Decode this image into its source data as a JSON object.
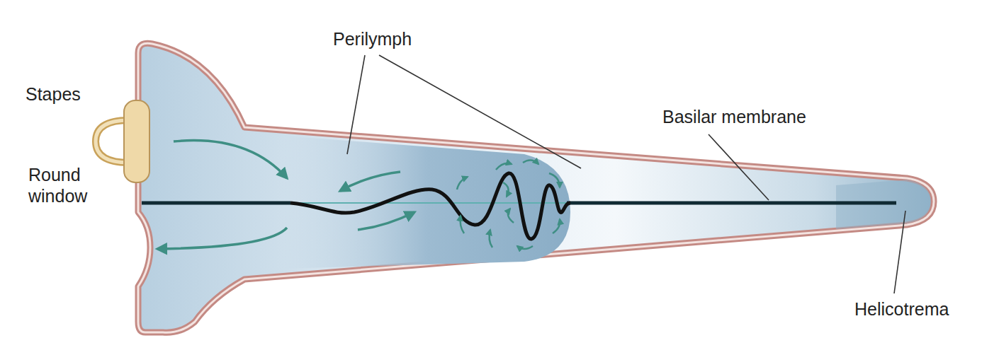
{
  "diagram": {
    "labels": [
      "Perilymph",
      "Stapes",
      "Basilar membrane",
      "Round window",
      "Helicotrema"
    ]
  }
}
